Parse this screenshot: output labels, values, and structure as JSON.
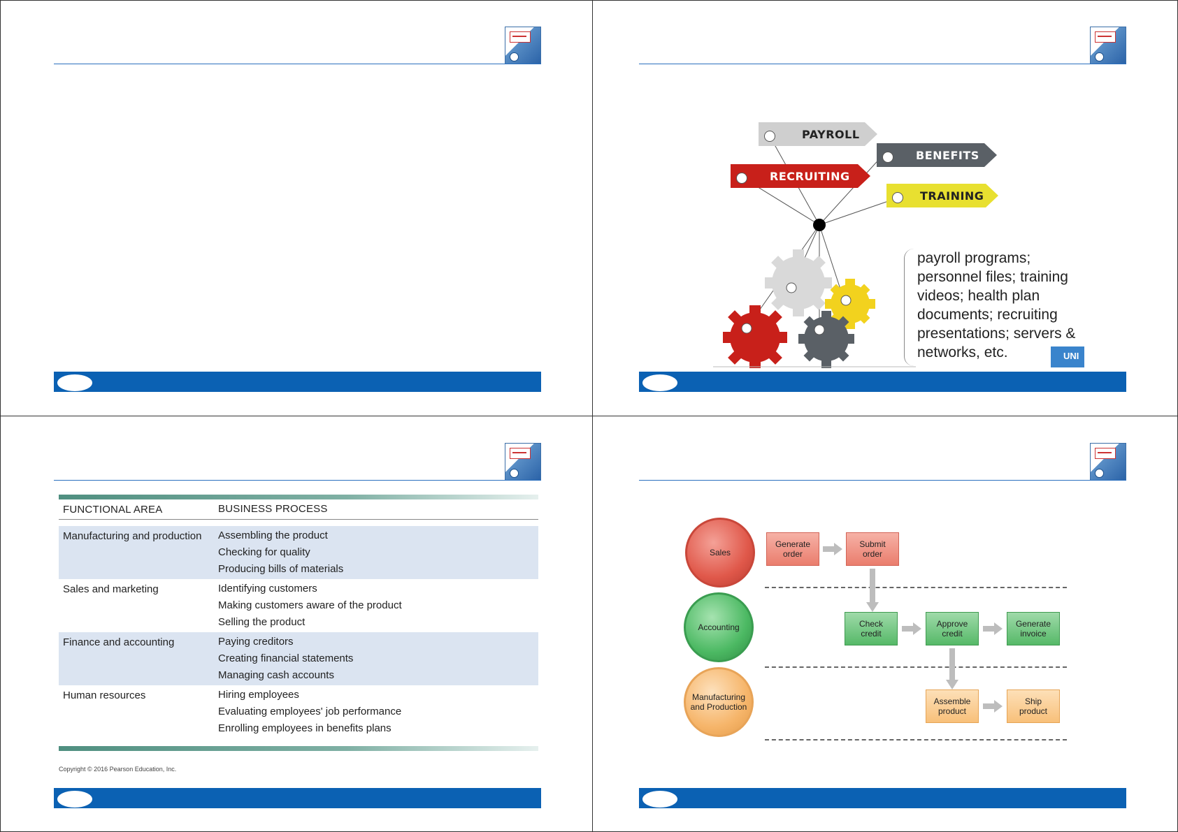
{
  "slide2": {
    "tags": [
      {
        "label": "PAYROLL",
        "color": "#cfcfcf",
        "text_color": "#222222"
      },
      {
        "label": "BENEFITS",
        "color": "#5a6066",
        "text_color": "#ffffff"
      },
      {
        "label": "RECRUITING",
        "color": "#c8201a",
        "text_color": "#ffffff"
      },
      {
        "label": "TRAINING",
        "color": "#e8e030",
        "text_color": "#222222"
      }
    ],
    "gear_colors": [
      "#c8201a",
      "#d9d9d9",
      "#f2d21e",
      "#5a6066"
    ],
    "description_lines": [
      "payroll programs;",
      "personnel files; training",
      "videos; health plan",
      "documents; recruiting",
      "presentations; servers &",
      "networks, etc."
    ],
    "badge": "UNI"
  },
  "slide3": {
    "headers": [
      "FUNCTIONAL AREA",
      "BUSINESS PROCESS"
    ],
    "rows": [
      {
        "area": "Manufacturing and production",
        "processes": [
          "Assembling the product",
          "Checking for quality",
          "Producing bills of materials"
        ],
        "shaded": true
      },
      {
        "area": "Sales and marketing",
        "processes": [
          "Identifying customers",
          "Making customers aware of the product",
          "Selling the product"
        ],
        "shaded": false
      },
      {
        "area": "Finance and accounting",
        "processes": [
          "Paying creditors",
          "Creating financial statements",
          "Managing cash accounts"
        ],
        "shaded": true
      },
      {
        "area": "Human resources",
        "processes": [
          "Hiring employees",
          "Evaluating employees' job performance",
          "Enrolling employees in benefits plans"
        ],
        "shaded": false
      }
    ],
    "copyright": "Copyright © 2016 Pearson Education, Inc."
  },
  "slide4": {
    "lanes": [
      {
        "label": "Sales",
        "color": "#e0584a"
      },
      {
        "label": "Accounting",
        "color": "#4cb963"
      },
      {
        "label": "Manufacturing and Production",
        "color": "#f6b56a"
      }
    ],
    "sales_steps": [
      "Generate order",
      "Submit order"
    ],
    "accounting_steps": [
      "Check credit",
      "Approve credit",
      "Generate invoice"
    ],
    "production_steps": [
      "Assemble product",
      "Ship product"
    ]
  }
}
